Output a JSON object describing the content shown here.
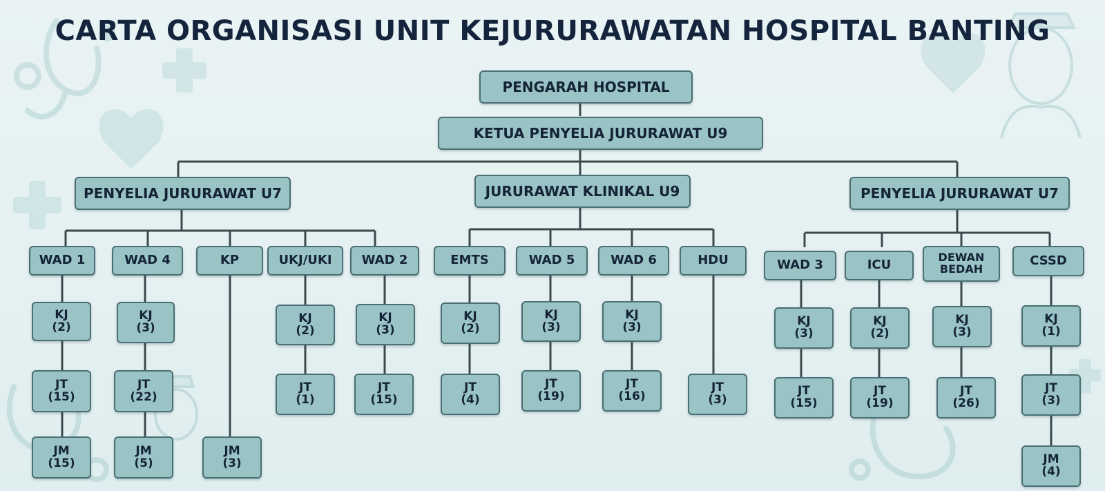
{
  "title": "CARTA ORGANISASI UNIT KEJURURAWATAN HOSPITAL BANTING",
  "top": {
    "director": "PENGARAH HOSPITAL",
    "chief": "KETUA PENYELIA JURURAWAT U9"
  },
  "branches": {
    "left": "PENYELIA JURURAWAT U7",
    "center": "JURURAWAT KLINIKAL U9",
    "right": "PENYELIA JURURAWAT U7"
  },
  "units": [
    {
      "name": "WAD 1",
      "kj": {
        "t": "KJ",
        "n": "(2)"
      },
      "jt": {
        "t": "JT",
        "n": "(15)"
      },
      "jm": {
        "t": "JM",
        "n": "(15)"
      }
    },
    {
      "name": "WAD 4",
      "kj": {
        "t": "KJ",
        "n": "(3)"
      },
      "jt": {
        "t": "JT",
        "n": "(22)"
      },
      "jm": {
        "t": "JM",
        "n": "(5)"
      }
    },
    {
      "name": "KP",
      "jm": {
        "t": "JM",
        "n": "(3)"
      }
    },
    {
      "name": "UKJ/UKI",
      "kj": {
        "t": "KJ",
        "n": "(2)"
      },
      "jt": {
        "t": "JT",
        "n": "(1)"
      }
    },
    {
      "name": "WAD 2",
      "kj": {
        "t": "KJ",
        "n": "(3)"
      },
      "jt": {
        "t": "JT",
        "n": "(15)"
      }
    },
    {
      "name": "EMTS",
      "kj": {
        "t": "KJ",
        "n": "(2)"
      },
      "jt": {
        "t": "JT",
        "n": "(4)"
      }
    },
    {
      "name": "WAD 5",
      "kj": {
        "t": "KJ",
        "n": "(3)"
      },
      "jt": {
        "t": "JT",
        "n": "(19)"
      }
    },
    {
      "name": "WAD 6",
      "kj": {
        "t": "KJ",
        "n": "(3)"
      },
      "jt": {
        "t": "JT",
        "n": "(16)"
      }
    },
    {
      "name": "HDU",
      "jt": {
        "t": "JT",
        "n": "(3)"
      }
    },
    {
      "name": "WAD 3",
      "kj": {
        "t": "KJ",
        "n": "(3)"
      },
      "jt": {
        "t": "JT",
        "n": "(15)"
      }
    },
    {
      "name": "ICU",
      "kj": {
        "t": "KJ",
        "n": "(2)"
      },
      "jt": {
        "t": "JT",
        "n": "(19)"
      }
    },
    {
      "name_lines": [
        "DEWAN",
        "BEDAH"
      ],
      "kj": {
        "t": "KJ",
        "n": "(3)"
      },
      "jt": {
        "t": "JT",
        "n": "(26)"
      }
    },
    {
      "name": "CSSD",
      "kj": {
        "t": "KJ",
        "n": "(1)"
      },
      "jt": {
        "t": "JT",
        "n": "(3)"
      },
      "jm": {
        "t": "JM",
        "n": "(4)"
      }
    }
  ],
  "colors": {
    "box_fill": "#9ac3c6",
    "box_border": "#4a6e72",
    "line": "#3a4a4c",
    "title": "#14243d"
  },
  "decorations": [
    "stethoscope-icon",
    "medical-cross-icon",
    "heart-pulse-icon",
    "nurse-icon"
  ]
}
